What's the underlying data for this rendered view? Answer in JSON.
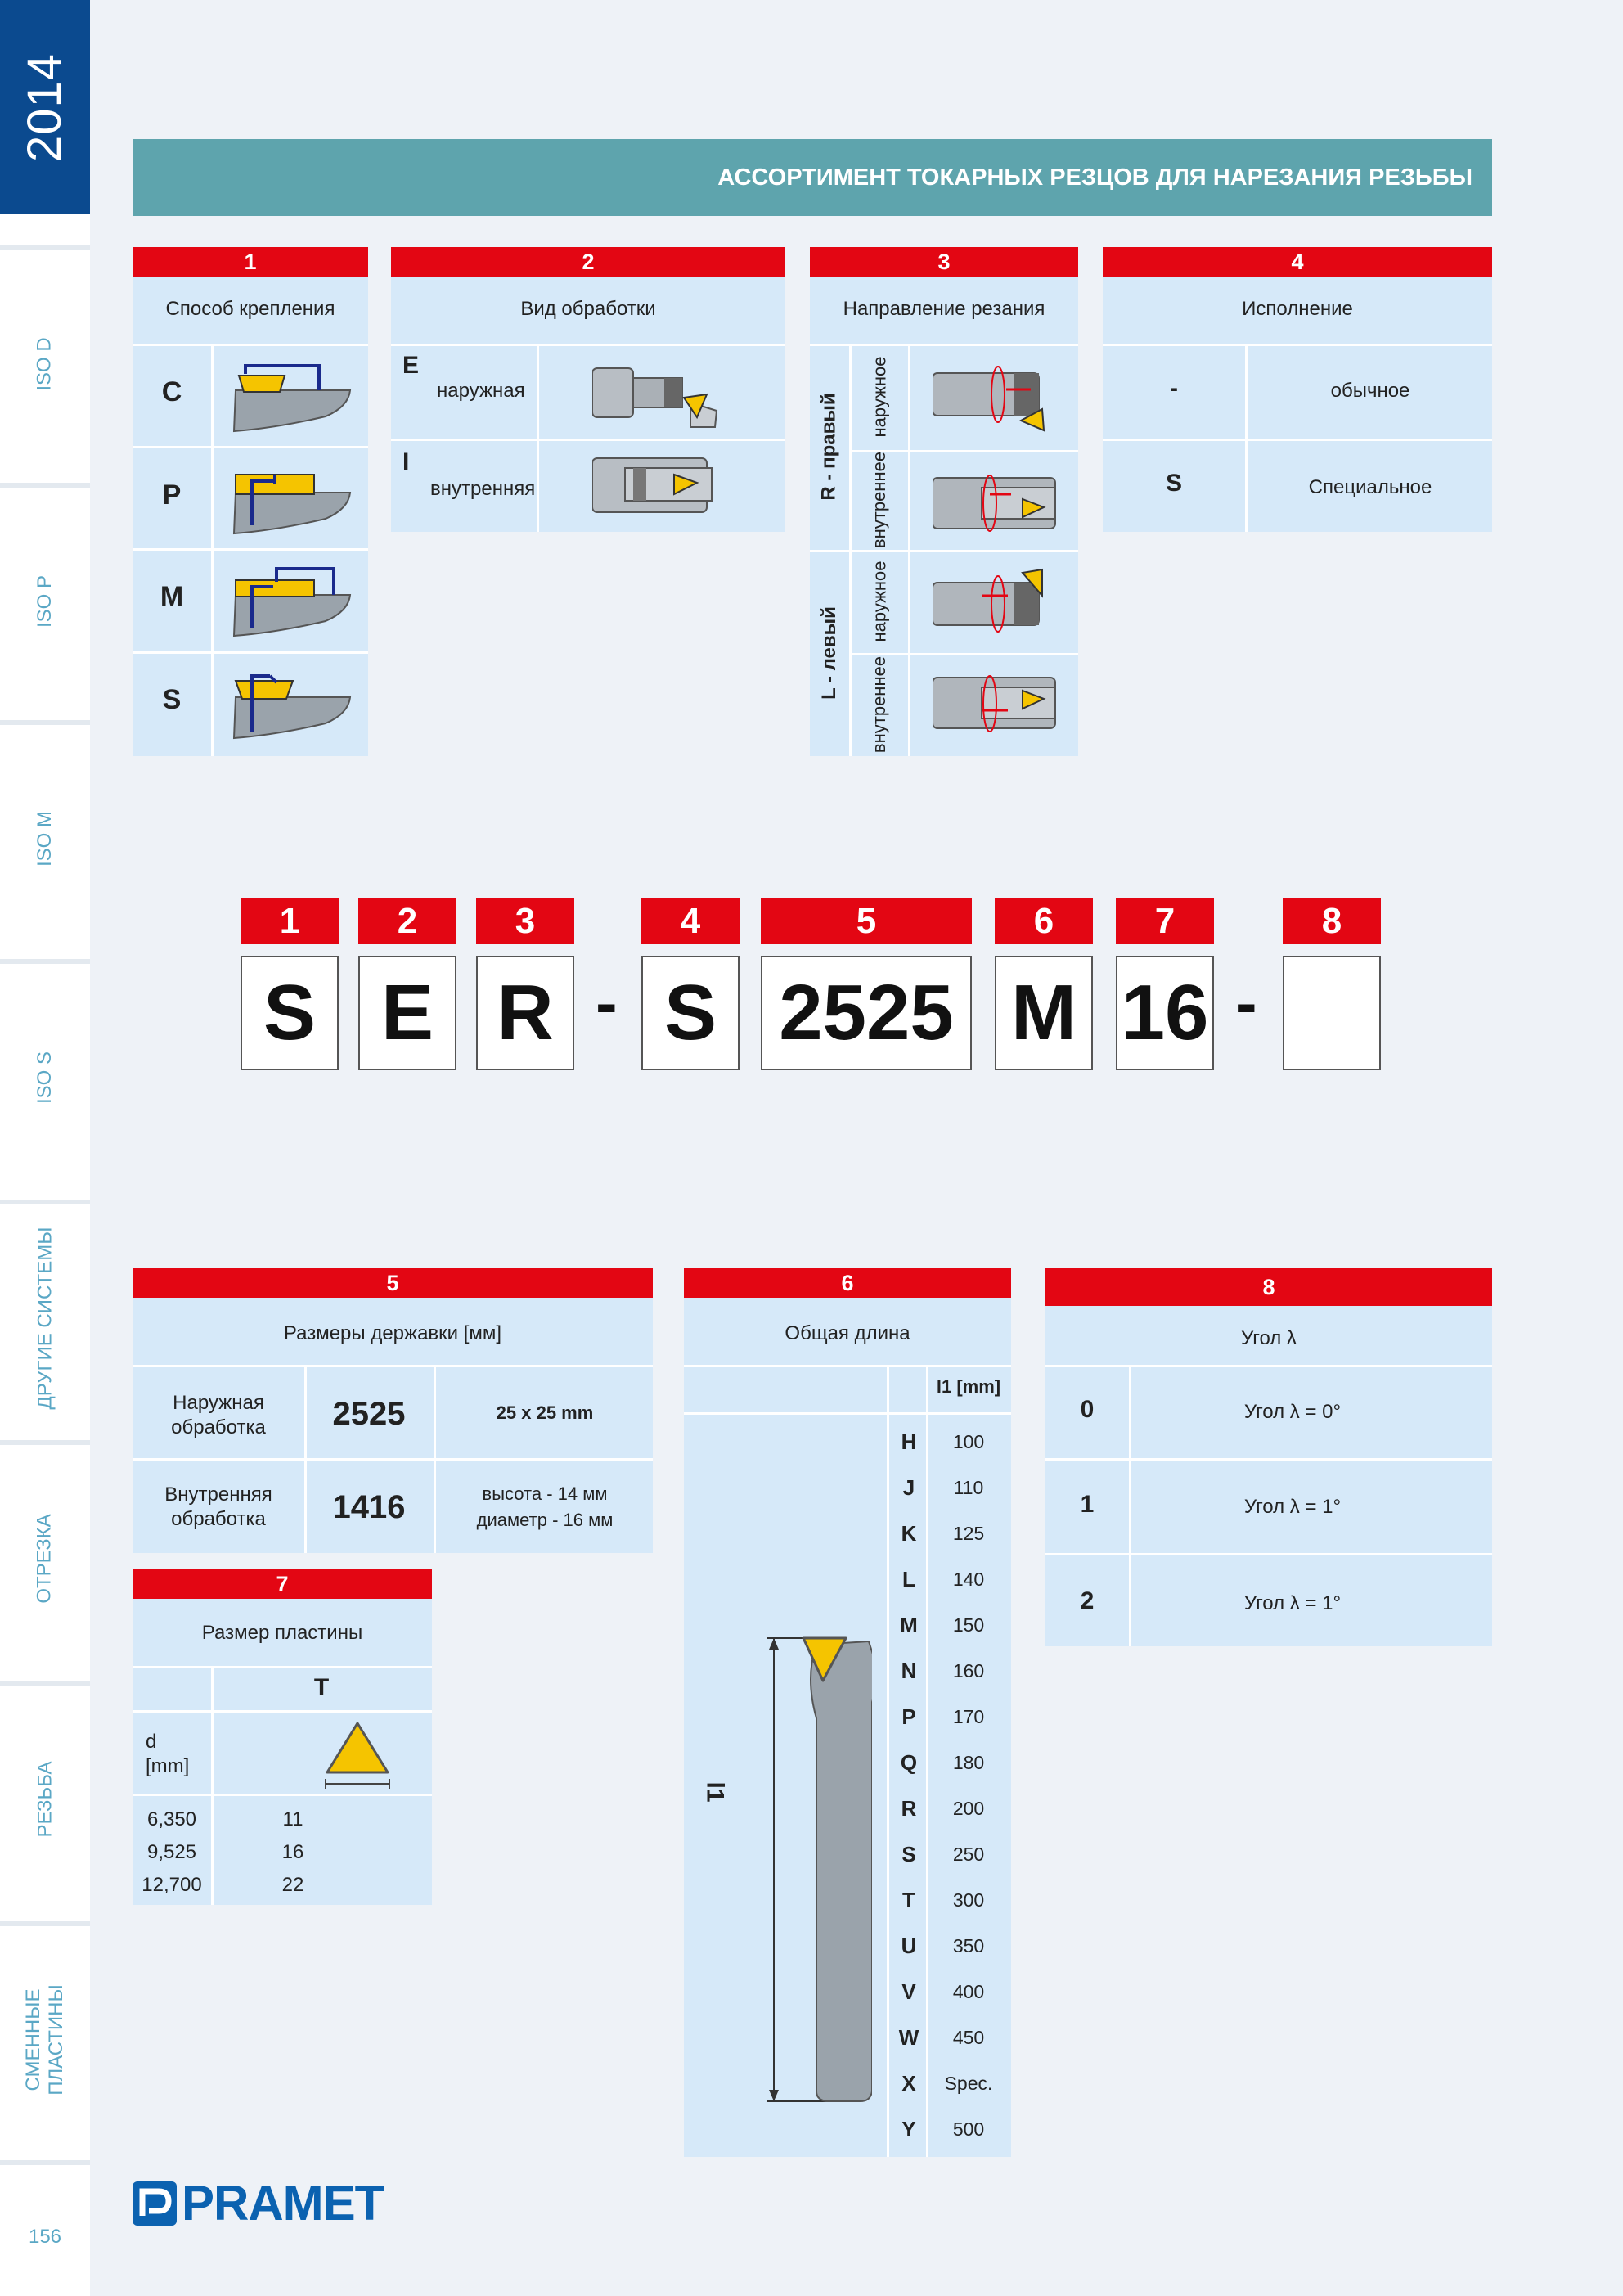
{
  "sidebar": {
    "year": "2014",
    "items": [
      {
        "label": "ISO D"
      },
      {
        "label": "ISO P"
      },
      {
        "label": "ISO M"
      },
      {
        "label": "ISO S"
      },
      {
        "label": "ДРУГИЕ СИСТЕМЫ"
      },
      {
        "label": "ОТРЕЗКА"
      },
      {
        "label": "РЕЗЬБА"
      },
      {
        "label": "СМЕННЫЕ ПЛАСТИНЫ"
      }
    ],
    "page_number": "156"
  },
  "header": {
    "title": "АССОРТИМЕНТ ТОКАРНЫХ РЕЗЦОВ ДЛЯ НАРЕЗАНИЯ РЕЗЬБЫ"
  },
  "panel1": {
    "number": "1",
    "caption": "Способ крепления",
    "rows": [
      {
        "code": "C"
      },
      {
        "code": "P"
      },
      {
        "code": "M"
      },
      {
        "code": "S"
      }
    ]
  },
  "panel2": {
    "number": "2",
    "caption": "Вид обработки",
    "rows": [
      {
        "code": "E",
        "label": "наружная"
      },
      {
        "code": "I",
        "label": "внутренняя"
      }
    ]
  },
  "panel3": {
    "number": "3",
    "caption": "Направление резания",
    "groups": [
      {
        "label": "R - правый",
        "rows": [
          {
            "label": "наружное"
          },
          {
            "label": "внутреннее"
          }
        ]
      },
      {
        "label": "L - левый",
        "rows": [
          {
            "label": "наружное"
          },
          {
            "label": "внутреннее"
          }
        ]
      }
    ]
  },
  "panel4": {
    "number": "4",
    "caption": "Исполнение",
    "rows": [
      {
        "code": "-",
        "label": "обычное"
      },
      {
        "code": "S",
        "label": "Специальное"
      }
    ]
  },
  "code": {
    "parts": [
      {
        "num": "1",
        "value": "S"
      },
      {
        "num": "2",
        "value": "E"
      },
      {
        "num": "3",
        "value": "R"
      },
      {
        "num": "4",
        "value": "S"
      },
      {
        "num": "5",
        "value": "2525"
      },
      {
        "num": "6",
        "value": "M"
      },
      {
        "num": "7",
        "value": "16"
      },
      {
        "num": "8",
        "value": ""
      }
    ],
    "dash": "-"
  },
  "panel5": {
    "number": "5",
    "caption": "Размеры державки [мм]",
    "rows": [
      {
        "label": "Наружная обработка",
        "code": "2525",
        "desc": "25 x 25 mm"
      },
      {
        "label": "Внутренняя обработка",
        "code": "1416",
        "desc": "высота - 14 мм диаметр - 16 мм"
      }
    ]
  },
  "panel7": {
    "number": "7",
    "caption": "Размер пластины",
    "col_header": "T",
    "row_header": "d [mm]",
    "rows": [
      {
        "d": "6,350",
        "t": "11"
      },
      {
        "d": "9,525",
        "t": "16"
      },
      {
        "d": "12,700",
        "t": "22"
      }
    ]
  },
  "panel6": {
    "number": "6",
    "caption": "Общая длина",
    "col_header": "l1 [mm]",
    "dim_label": "l1",
    "rows": [
      {
        "code": "H",
        "value": "100"
      },
      {
        "code": "J",
        "value": "110"
      },
      {
        "code": "K",
        "value": "125"
      },
      {
        "code": "L",
        "value": "140"
      },
      {
        "code": "M",
        "value": "150"
      },
      {
        "code": "N",
        "value": "160"
      },
      {
        "code": "P",
        "value": "170"
      },
      {
        "code": "Q",
        "value": "180"
      },
      {
        "code": "R",
        "value": "200"
      },
      {
        "code": "S",
        "value": "250"
      },
      {
        "code": "T",
        "value": "300"
      },
      {
        "code": "U",
        "value": "350"
      },
      {
        "code": "V",
        "value": "400"
      },
      {
        "code": "W",
        "value": "450"
      },
      {
        "code": "X",
        "value": "Spec."
      },
      {
        "code": "Y",
        "value": "500"
      }
    ]
  },
  "panel8": {
    "number": "8",
    "caption": "Угол λ",
    "rows": [
      {
        "code": "0",
        "label": "Угол λ = 0°"
      },
      {
        "code": "1",
        "label": "Угол λ = 1°"
      },
      {
        "code": "2",
        "label": "Угол λ = 1°"
      }
    ]
  },
  "logo": {
    "text": "PRAMET"
  },
  "colors": {
    "red": "#e30613",
    "teal": "#5ea4ad",
    "blue": "#0b4a8f",
    "panel": "#d6e9f9",
    "yellow": "#f5c400"
  }
}
